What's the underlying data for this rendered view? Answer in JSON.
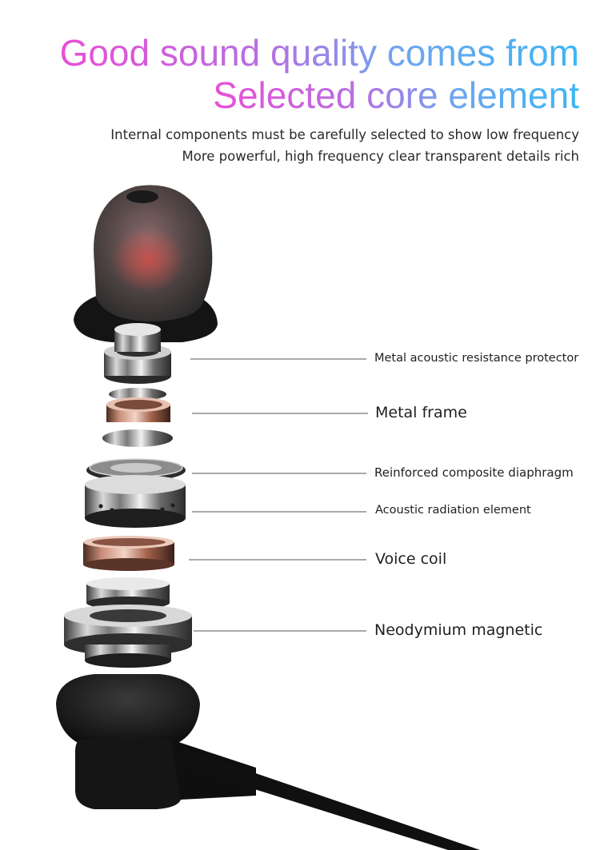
{
  "headline": {
    "line1": "Good sound quality comes from",
    "line2": "Selected core element"
  },
  "subtitle": {
    "line1": "Internal components must be carefully selected to show low frequency",
    "line2": "More powerful, high frequency clear transparent details rich"
  },
  "callouts": {
    "protector": "Metal acoustic resistance protector",
    "frame": "Metal frame",
    "diaphragm": "Reinforced composite diaphragm",
    "radiation": "Acoustic radiation element",
    "coil": "Voice coil",
    "magnet": "Neodymium magnetic"
  },
  "colors": {
    "gradient_start": "#e84fd6",
    "gradient_end": "#3cb6f2",
    "copper": "#c7826a",
    "housing": "#1a1a1a"
  }
}
